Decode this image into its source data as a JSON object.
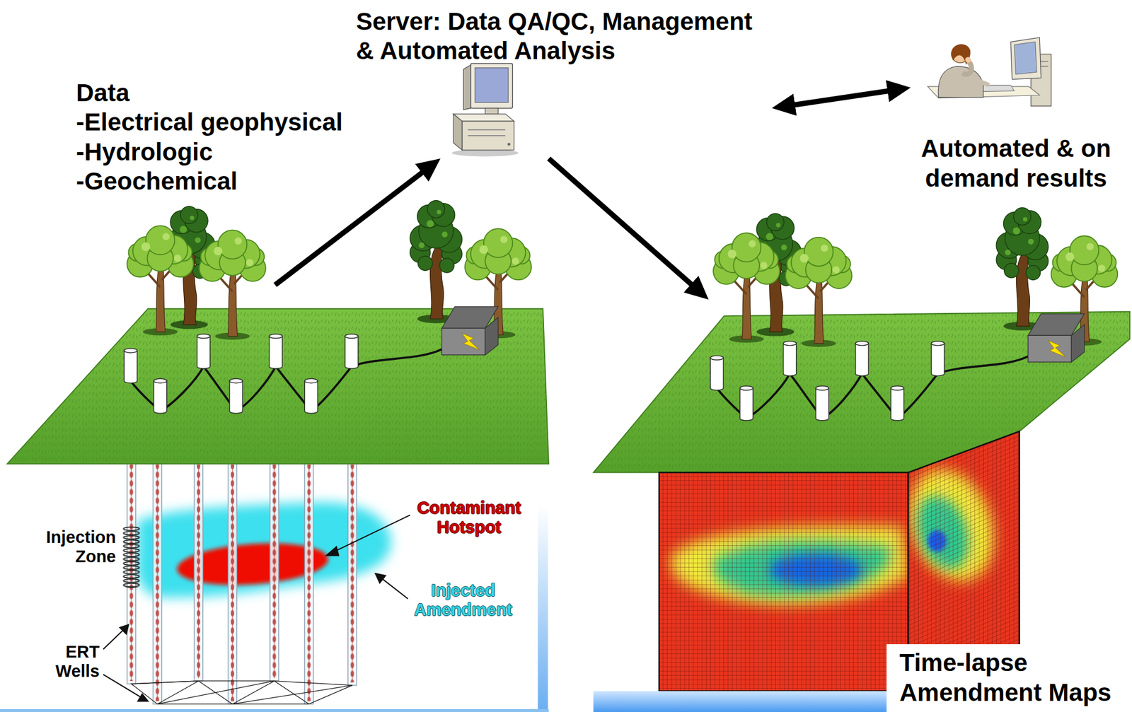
{
  "diagram": {
    "nodes": [
      {
        "text": [
          "Data",
          "-Electrical geophysical",
          "-Hydrologic",
          "-Geochemical"
        ]
      },
      {
        "text": [
          "Server: Data QA/QC, Management & Automated Analysis"
        ]
      },
      {
        "text": [
          "Automated & on demand results"
        ]
      },
      {
        "text": [
          "Time-lapse Amendment Maps"
        ]
      }
    ],
    "edges": [
      {
        "from": 0,
        "to": 1,
        "arrow": "to"
      },
      {
        "from": 1,
        "to": 2,
        "arrow": "both"
      },
      {
        "from": 1,
        "to": 3,
        "arrow": "to"
      }
    ],
    "labels": [
      "Injection Zone",
      "Contaminant Hotspot",
      "Injected Amendment",
      "ERT Wells"
    ]
  }
}
